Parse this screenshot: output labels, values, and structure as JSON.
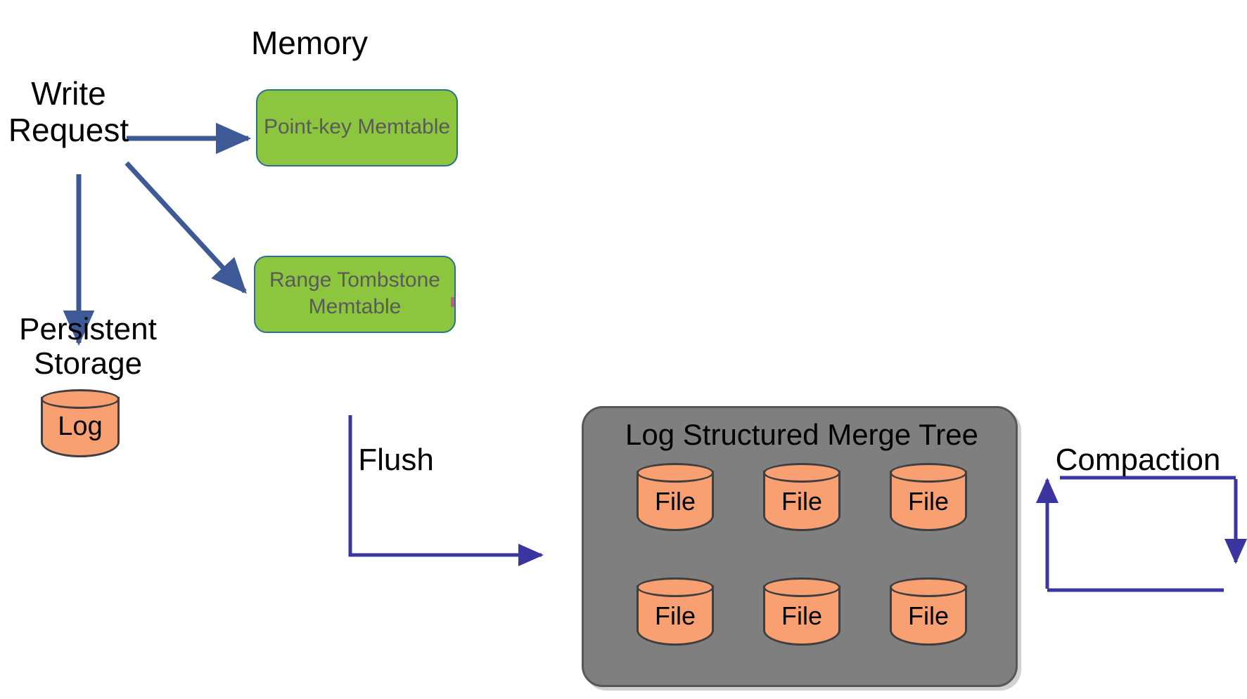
{
  "diagram": {
    "title": "Log Structured Merge Tree write path",
    "background": "#ffffff",
    "colors": {
      "memtable_fill": "#8CC63E",
      "memtable_border": "#2E6E8E",
      "memtable_text": "#5A5A5A",
      "cylinder_fill": "#F9A072",
      "cylinder_border": "#3F3F3F",
      "lsm_fill": "#7F7F7F",
      "lsm_border": "#575757",
      "write_arrow": "#3D5A96",
      "flow_arrow": "#3B35A0",
      "text": "#000000"
    }
  },
  "labels": {
    "memory": "Memory",
    "write_request": "Write\nRequest",
    "persistent_storage": "Persistent\nStorage",
    "flush": "Flush",
    "compaction": "Compaction"
  },
  "memtables": [
    {
      "name": "point-key-memtable",
      "label": "Point-key\nMemtable"
    },
    {
      "name": "range-tombstone-memtable",
      "label": "Range Tombstone\nMemtable"
    }
  ],
  "persistent_storage": {
    "log_cylinder_label": "Log"
  },
  "lsm": {
    "title": "Log Structured Merge Tree",
    "files": [
      {
        "label": "File"
      },
      {
        "label": "File"
      },
      {
        "label": "File"
      },
      {
        "label": "File"
      },
      {
        "label": "File"
      },
      {
        "label": "File"
      }
    ]
  },
  "arrows": [
    {
      "name": "write-to-point-key-memtable",
      "from": "Write Request",
      "to": "Point-key Memtable",
      "style": "straight-right"
    },
    {
      "name": "write-to-range-tombstone-memtable",
      "from": "Write Request",
      "to": "Range Tombstone Memtable",
      "style": "diagonal-down-right"
    },
    {
      "name": "write-to-log",
      "from": "Write Request",
      "to": "Log",
      "style": "straight-down"
    },
    {
      "name": "flush-arrow",
      "from": "Memtables",
      "to": "Log Structured Merge Tree",
      "label": "Flush",
      "style": "elbow-right"
    },
    {
      "name": "compaction-loop",
      "from": "Log Structured Merge Tree",
      "to": "Log Structured Merge Tree",
      "label": "Compaction",
      "style": "loop"
    }
  ]
}
